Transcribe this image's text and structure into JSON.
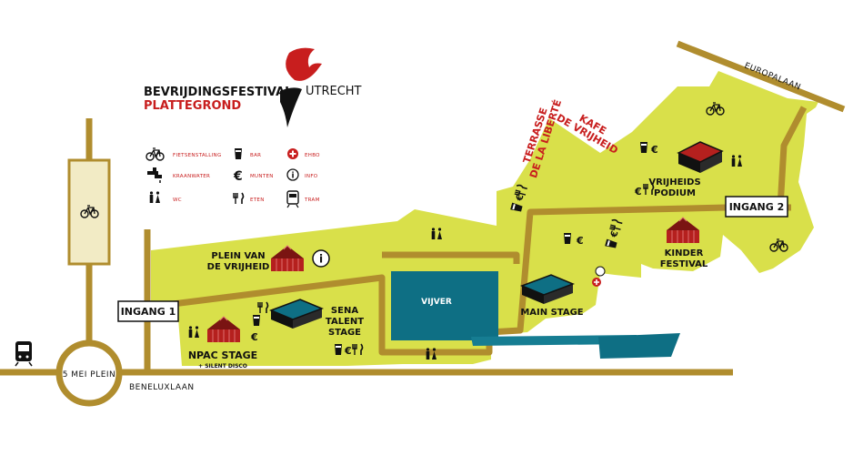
{
  "title": {
    "line1": "BEVRIJDINGSFESTIVAL",
    "line2": "PLATTEGROND",
    "city": "UTRECHT"
  },
  "legend": [
    {
      "icon": "bicycle-icon",
      "label": "FIETSENSTALLING"
    },
    {
      "icon": "bar-icon",
      "label": "BAR"
    },
    {
      "icon": "first-aid-icon",
      "label": "EHBO"
    },
    {
      "icon": "water-tap-icon",
      "label": "KRAANWATER"
    },
    {
      "icon": "euro-icon",
      "label": "MUNTEN"
    },
    {
      "icon": "info-icon",
      "label": "INFO"
    },
    {
      "icon": "toilet-icon",
      "label": "WC"
    },
    {
      "icon": "food-icon",
      "label": "ETEN"
    },
    {
      "icon": "tram-icon",
      "label": "TRAM"
    }
  ],
  "roads": {
    "europalaan": "EUROPALAAN",
    "beneluxlaan": "BENELUXLAAN",
    "plein": "5 MEI PLEIN"
  },
  "entrances": {
    "ingang1": "INGANG 1",
    "ingang2": "INGANG 2"
  },
  "venues": {
    "plein_line1": "PLEIN VAN",
    "plein_line2": "DE VRIJHEID",
    "vijver": "VIJVER",
    "main_stage": "MAIN STAGE",
    "sena_line1": "SENA",
    "sena_line2": "TALENT",
    "sena_line3": "STAGE",
    "npac": "NPAC STAGE",
    "npac_sub": "+ SILENT DISCO",
    "vrijheids_line1": "VRIJHEIDS",
    "vrijheids_line2": "PODIUM",
    "kinder_line1": "KINDER",
    "kinder_line2": "FESTIVAL",
    "kafe_line1": "KAFE",
    "kafe_line2": "DE VRIJHEID",
    "terrasse_line1": "TERRASSE",
    "terrasse_line2": "DE LA LIBERTÉ"
  },
  "symbols": {
    "euro": "€",
    "info": "i",
    "toilets": "🚹🚺"
  },
  "colors": {
    "area": "#d9e04a",
    "path": "#b08d2e",
    "water": "#0e6f84",
    "water_light": "#167d92",
    "tent_red": "#b5201e",
    "accent_red": "#c81e1e"
  }
}
